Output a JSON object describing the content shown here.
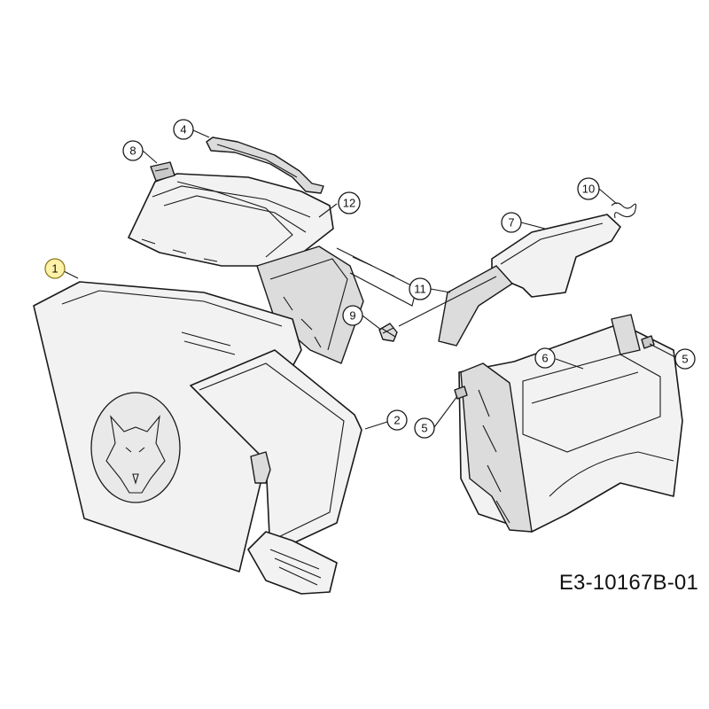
{
  "drawing_id": "E3-10167B-01",
  "callouts": [
    {
      "label": "1",
      "part": "grass-bag",
      "highlighted": true
    },
    {
      "label": "2",
      "part": "bag-frame"
    },
    {
      "label": "4",
      "part": "carry-handle"
    },
    {
      "label": "5",
      "part": "clip-right"
    },
    {
      "label": "5",
      "part": "clip-left"
    },
    {
      "label": "6",
      "part": "chute-housing"
    },
    {
      "label": "7",
      "part": "rear-flap"
    },
    {
      "label": "8",
      "part": "cover-plate"
    },
    {
      "label": "9",
      "part": "torsion-spring-small"
    },
    {
      "label": "10",
      "part": "torsion-spring"
    },
    {
      "label": "11",
      "part": "flap-axle"
    },
    {
      "label": "12",
      "part": "bag-top-cover"
    }
  ],
  "colors": {
    "line": "#1a1a1a",
    "fill": "#f2f2f2",
    "highlight": "#fff2a8"
  },
  "logo": {
    "icon": "wolf-head-logo"
  }
}
